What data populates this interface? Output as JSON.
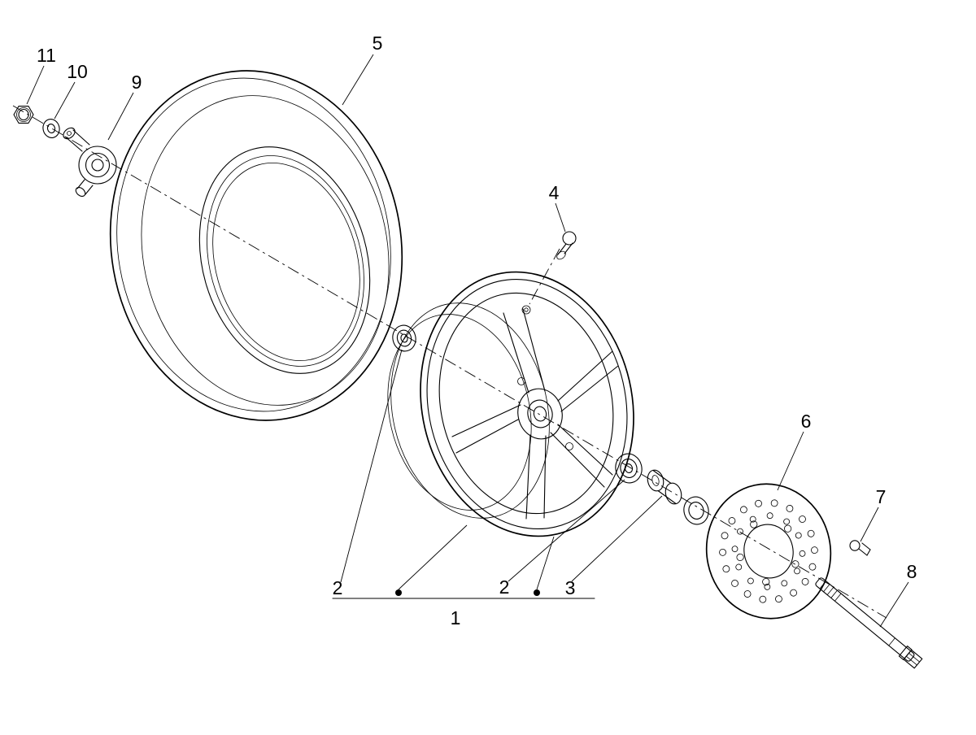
{
  "diagram": {
    "type": "exploded-parts-diagram",
    "subject": "front-wheel-assembly",
    "background": "#ffffff",
    "line_color": "#000000"
  },
  "callouts": [
    {
      "ref": "1",
      "part": "wheel-assembly"
    },
    {
      "ref": "2",
      "part": "bearing-left"
    },
    {
      "ref": "2",
      "part": "bearing-right"
    },
    {
      "ref": "3",
      "part": "spacer"
    },
    {
      "ref": "4",
      "part": "screw"
    },
    {
      "ref": "5",
      "part": "tire"
    },
    {
      "ref": "6",
      "part": "brake-disc"
    },
    {
      "ref": "7",
      "part": "disc-screw"
    },
    {
      "ref": "8",
      "part": "wheel-axle"
    },
    {
      "ref": "9",
      "part": "speedometer-drive"
    },
    {
      "ref": "10",
      "part": "washer"
    },
    {
      "ref": "11",
      "part": "nut"
    }
  ]
}
